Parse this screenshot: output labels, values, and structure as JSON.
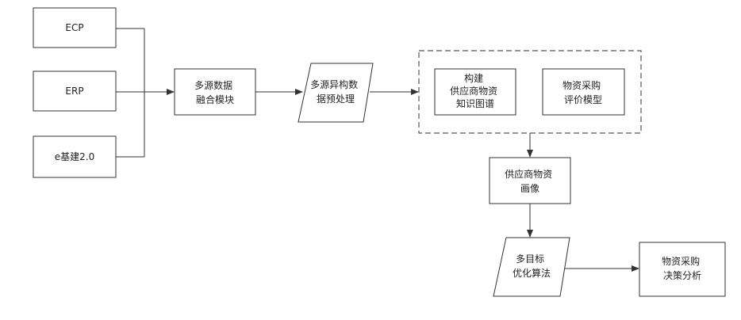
{
  "sources": {
    "ecp": "ECP",
    "erp": "ERP",
    "ejishi": "e基建2.0"
  },
  "fusion_module": [
    "多源数据",
    "融合模块"
  ],
  "hetero_processing": [
    "多源异构数",
    "据预处理"
  ],
  "knowledge_graph": [
    "构建",
    "供应商物资",
    "知识图谱"
  ],
  "evaluation_model": [
    "物资采购",
    "评价模型"
  ],
  "supplier_profile": [
    "供应商物资",
    "画像"
  ],
  "optimization": [
    "多目标",
    "优化算法"
  ],
  "decision_analysis": [
    "物资采购",
    "决策分析"
  ]
}
